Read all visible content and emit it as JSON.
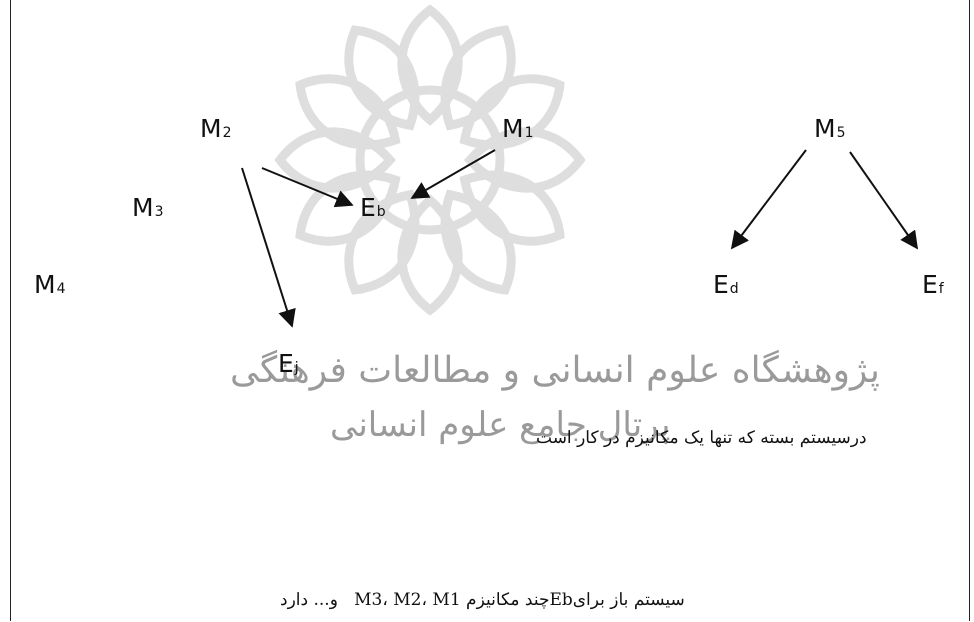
{
  "nodes": {
    "m1": {
      "main": "M",
      "sub": "1"
    },
    "m2": {
      "main": "M",
      "sub": "2"
    },
    "m3": {
      "main": "M",
      "sub": "3"
    },
    "m4": {
      "main": "M",
      "sub": "4"
    },
    "m5": {
      "main": "M",
      "sub": "5"
    },
    "eb": {
      "main": "E",
      "sub": "b"
    },
    "ej": {
      "main": "E",
      "sub": "j"
    },
    "ed": {
      "main": "E",
      "sub": "d"
    },
    "ef": {
      "main": "E",
      "sub": "f"
    }
  },
  "captions": {
    "closed_system": "درسیستم بسته که تنها یک مکانیزم در کار است",
    "open_system": {
      "part_end": "و... دارد",
      "m3": "M3",
      "sep2": "،",
      "m2": "M2",
      "sep1": "،",
      "m1": "M1",
      "mid": "چند مکانیزم",
      "eb": "Eb",
      "start": "سیستم باز برای"
    }
  },
  "watermark": {
    "line1": "پژوهشگاه علوم انسانی و مطالعات فرهنگی",
    "line2": "پرتال جامع علوم انسانی"
  },
  "colors": {
    "text": "#111111",
    "watermark": "#9a9a9a",
    "arrow": "#111111"
  }
}
